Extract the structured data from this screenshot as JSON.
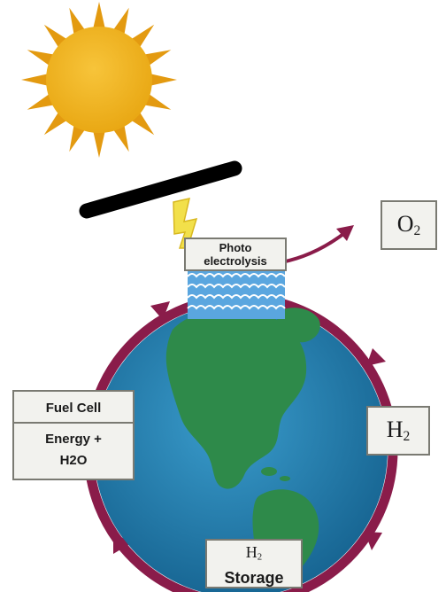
{
  "diagram": {
    "photo_electrolysis": {
      "line1": "Photo",
      "line2": "electrolysis"
    },
    "oxygen": {
      "symbol": "O",
      "subscript": "2"
    },
    "hydrogen": {
      "symbol": "H",
      "subscript": "2"
    },
    "storage": {
      "symbol": "H",
      "subscript": "2",
      "word": "Storage"
    },
    "fuel_cell": {
      "title": "Fuel Cell",
      "line1": "Energy +",
      "line2": "H2O"
    },
    "colors": {
      "sun": "#f0b61e",
      "sun_rays": "#e39a10",
      "ocean": "#1f7fb0",
      "land": "#2e8a4a",
      "cycle_ring": "#8a1c4a",
      "panel": "#000000",
      "lightning": "#f2e04a",
      "water": "#3f8fcf"
    },
    "icons": [
      "sun-icon",
      "solar-panel-icon",
      "lightning-icon",
      "earth-globe-icon",
      "cycle-arrow-icon",
      "water-waves-icon"
    ]
  }
}
